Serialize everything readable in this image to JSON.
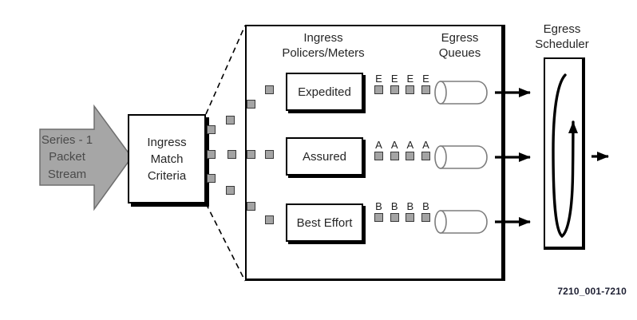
{
  "packet_stream": {
    "lines": [
      "Series - 1",
      "Packet",
      "Stream"
    ]
  },
  "ingress_match": {
    "lines": [
      "Ingress",
      "Match",
      "Criteria"
    ]
  },
  "sections": {
    "policers_title": [
      "Ingress",
      "Policers/Meters"
    ],
    "queues_title": [
      "Egress",
      "Queues"
    ],
    "scheduler_title": [
      "Egress",
      "Scheduler"
    ]
  },
  "rows": [
    {
      "policer": "Expedited",
      "queue_tag": "E"
    },
    {
      "policer": "Assured",
      "queue_tag": "A"
    },
    {
      "policer": "Best Effort",
      "queue_tag": "B"
    }
  ],
  "figure_id": "7210_001-7210",
  "colors": {
    "packet_gray": "#a6a6a6",
    "packet_border": "#6e6e6e",
    "cylinder_stroke": "#7d7d7d",
    "line_black": "#000000"
  }
}
